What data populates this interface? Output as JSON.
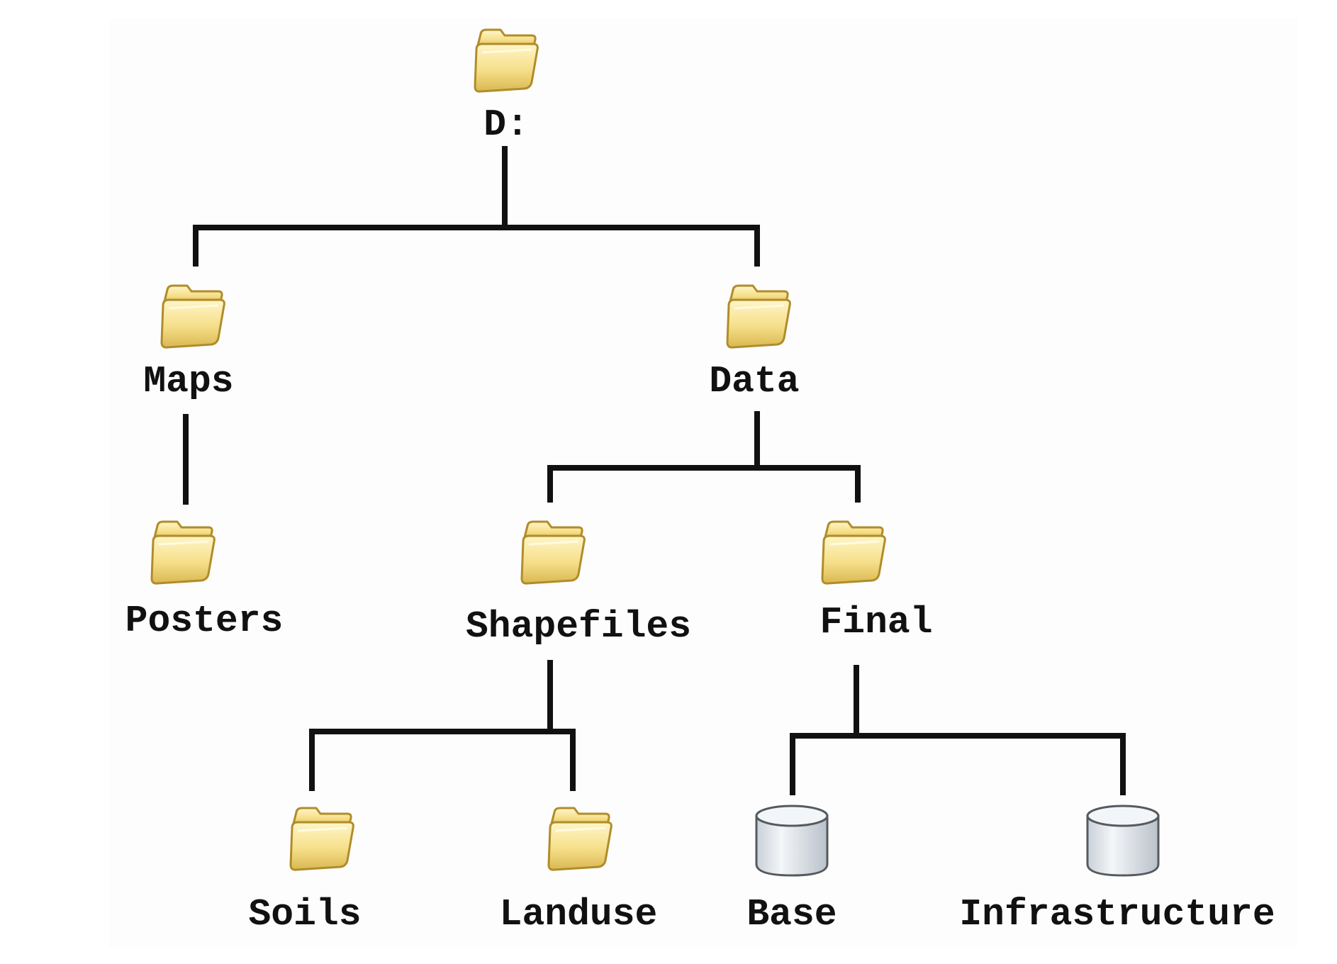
{
  "diagram": {
    "nodes": [
      {
        "id": "d",
        "label": "D:",
        "icon": "folder-icon"
      },
      {
        "id": "maps",
        "label": "Maps",
        "icon": "folder-icon"
      },
      {
        "id": "data",
        "label": "Data",
        "icon": "folder-icon"
      },
      {
        "id": "posters",
        "label": "Posters",
        "icon": "folder-icon"
      },
      {
        "id": "shapefiles",
        "label": "Shapefiles",
        "icon": "folder-icon"
      },
      {
        "id": "final",
        "label": "Final",
        "icon": "folder-icon"
      },
      {
        "id": "soils",
        "label": "Soils",
        "icon": "folder-icon"
      },
      {
        "id": "landuse",
        "label": "Landuse",
        "icon": "folder-icon"
      },
      {
        "id": "base",
        "label": "Base",
        "icon": "database-icon"
      },
      {
        "id": "infrastructure",
        "label": "Infrastructure",
        "icon": "database-icon"
      }
    ],
    "edges": [
      [
        "d",
        "maps"
      ],
      [
        "d",
        "data"
      ],
      [
        "maps",
        "posters"
      ],
      [
        "data",
        "shapefiles"
      ],
      [
        "data",
        "final"
      ],
      [
        "shapefiles",
        "soils"
      ],
      [
        "shapefiles",
        "landuse"
      ],
      [
        "final",
        "base"
      ],
      [
        "final",
        "infrastructure"
      ]
    ],
    "colors": {
      "line": "#111111",
      "folder_fill": "#f6df8a",
      "folder_edge": "#b08c2a",
      "db_fill": "#e3e8ee",
      "db_edge": "#555a60"
    }
  }
}
